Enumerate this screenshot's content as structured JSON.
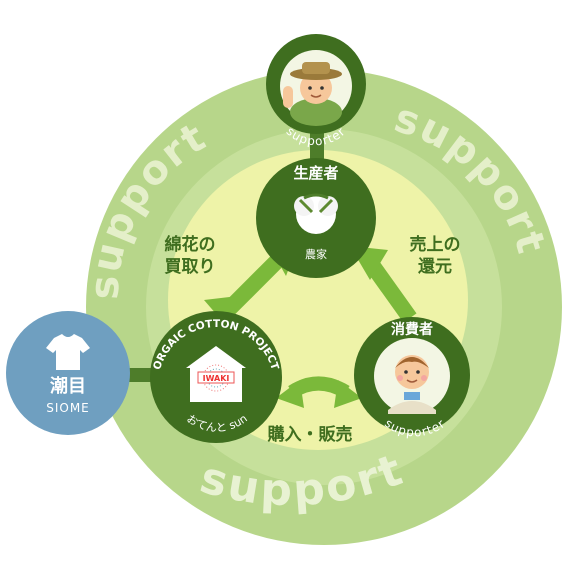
{
  "outer_ring_words": [
    "support",
    "support",
    "support"
  ],
  "volunteer": {
    "title": "栽培ボランティア",
    "role": "supporter",
    "icon": "farmer-avatar-icon"
  },
  "producer": {
    "title": "生産者",
    "subtitle": "農家",
    "icon": "cotton-boll-icon"
  },
  "consumer": {
    "title": "消費者",
    "role": "supporter",
    "icon": "child-avatar-icon"
  },
  "project": {
    "title": "ORGAIC COTTON PROJECT",
    "logo_text": "IWAKI",
    "subtitle": "おてんと sun",
    "icon": "house-logo-icon"
  },
  "siome": {
    "name": "潮目",
    "name_en": "SIOME",
    "icon": "tshirt-icon"
  },
  "arrows": {
    "left_line1": "綿花の",
    "left_line2": "買取り",
    "right_line1": "売上の",
    "right_line2": "還元",
    "bottom": "購入・販売"
  },
  "colors": {
    "outer_ring": "#b7d68a",
    "inner_fill": "#eef3a8",
    "node_dark": "#3f6e1f",
    "arrow": "#7bb93a",
    "siome": "#6f9fc0"
  }
}
